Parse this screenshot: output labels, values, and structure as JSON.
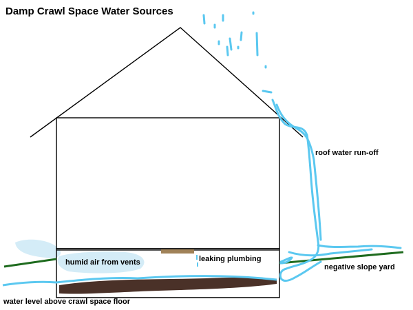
{
  "diagram": {
    "title": "Damp Crawl Space Water Sources",
    "labels": {
      "roof_runoff": "roof water run-off",
      "humid_air": "humid air from vents",
      "leaking_plumbing": "leaking plumbing",
      "negative_slope": "negative slope yard",
      "water_level": "water level above crawl space floor"
    },
    "colors": {
      "outline": "#000000",
      "water": "#5bc8f0",
      "humid_air": "#d4ecf7",
      "ground": "#1e6b1e",
      "mud": "#4a3128",
      "pipe": "#a08258"
    }
  }
}
